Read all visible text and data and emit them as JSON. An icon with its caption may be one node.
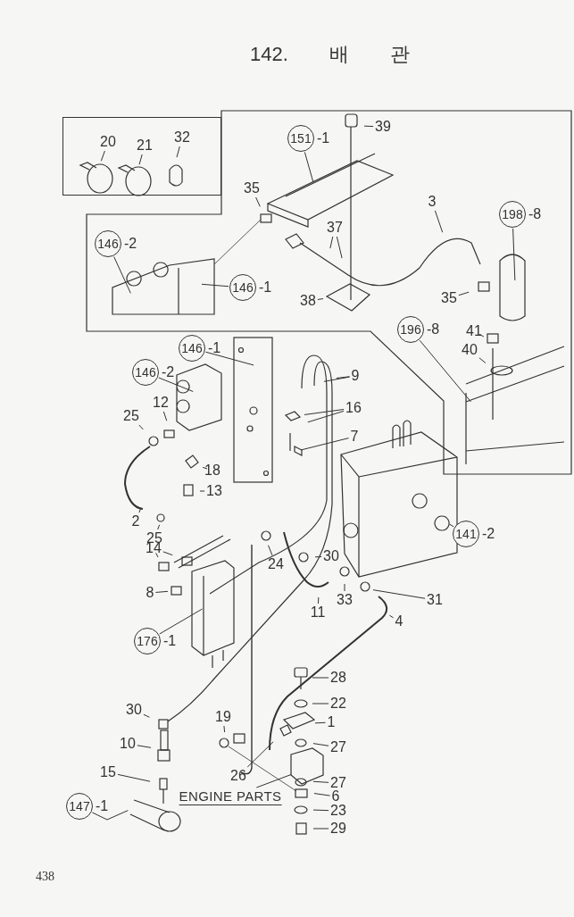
{
  "diagram": {
    "title": "142. 배 관",
    "nodes": [
      {
        "text": [],
        "shape": "box"
      },
      {
        "text": [
          "20"
        ],
        "in": 0
      },
      {
        "text": [
          "21"
        ],
        "in": 0
      },
      {
        "text": [
          "32"
        ],
        "in": 0
      },
      {
        "text": [
          "39"
        ]
      },
      {
        "text": [
          "151"
        ],
        "beside": [
          "-1"
        ]
      },
      {
        "text": [
          "35"
        ]
      },
      {
        "text": [
          "3"
        ]
      },
      {
        "text": [
          "198"
        ],
        "beside": [
          "-8"
        ]
      },
      {
        "text": [
          "37"
        ]
      },
      {
        "text": [
          "146"
        ],
        "beside": [
          "-2"
        ]
      },
      {
        "text": [
          "146"
        ],
        "beside": [
          "-1"
        ]
      },
      {
        "text": [
          "38"
        ]
      },
      {
        "text": [
          "35"
        ]
      },
      {
        "text": [
          "196"
        ],
        "beside": [
          "-8"
        ]
      },
      {
        "text": [
          "41"
        ]
      },
      {
        "text": [
          "40"
        ]
      },
      {
        "text": [
          "146"
        ],
        "beside": [
          "-1"
        ]
      },
      {
        "text": [
          "146"
        ],
        "beside": [
          "-2"
        ]
      },
      {
        "text": [
          "9"
        ]
      },
      {
        "text": [
          "12"
        ]
      },
      {
        "text": [
          "16"
        ]
      },
      {
        "text": [
          "25"
        ]
      },
      {
        "text": [
          "7"
        ]
      },
      {
        "text": [
          "18"
        ]
      },
      {
        "text": [
          "13"
        ]
      },
      {
        "text": [
          "2"
        ]
      },
      {
        "text": [
          "141"
        ],
        "beside": [
          "-2"
        ]
      },
      {
        "text": [
          "25"
        ]
      },
      {
        "text": [
          "14"
        ]
      },
      {
        "text": [
          "24"
        ]
      },
      {
        "text": [
          "30"
        ]
      },
      {
        "text": [
          "8"
        ]
      },
      {
        "text": [
          "33"
        ]
      },
      {
        "text": [
          "31"
        ]
      },
      {
        "text": [
          "11"
        ]
      },
      {
        "text": [
          "4"
        ]
      },
      {
        "text": [
          "176"
        ],
        "beside": [
          "-1"
        ]
      },
      {
        "text": [
          "28"
        ]
      },
      {
        "text": [
          "22"
        ]
      },
      {
        "text": [
          "30"
        ]
      },
      {
        "text": [
          "19"
        ]
      },
      {
        "text": [
          "1"
        ]
      },
      {
        "text": [
          "10"
        ]
      },
      {
        "text": [
          "27"
        ]
      },
      {
        "text": [
          "26"
        ]
      },
      {
        "text": [
          "15"
        ]
      },
      {
        "text": [
          "27"
        ]
      },
      {
        "text": [
          "ENGINE PARTS"
        ]
      },
      {
        "text": [
          "6"
        ]
      },
      {
        "text": [
          "147"
        ],
        "beside": [
          "-1"
        ]
      },
      {
        "text": [
          "23"
        ]
      },
      {
        "text": [
          "29"
        ]
      }
    ],
    "edges": [
      {
        "from": 1,
        "to": null,
        "arrow": "none"
      },
      {
        "from": 2,
        "to": null,
        "arrow": "none"
      },
      {
        "from": 3,
        "to": null,
        "arrow": "none"
      },
      {
        "from": 4,
        "to": null,
        "arrow": "none"
      },
      {
        "from": 5,
        "to": null,
        "arrow": "none"
      },
      {
        "from": 6,
        "to": null,
        "arrow": "none"
      },
      {
        "from": 7,
        "to": null,
        "arrow": "none"
      },
      {
        "from": 8,
        "to": null,
        "arrow": "none"
      },
      {
        "from": 9,
        "to": null,
        "arrow": "none"
      },
      {
        "from": 9,
        "to": null,
        "arrow": "none"
      },
      {
        "from": 10,
        "to": null,
        "arrow": "none"
      },
      {
        "from": 11,
        "to": null,
        "arrow": "none"
      },
      {
        "from": 12,
        "to": null,
        "arrow": "none"
      },
      {
        "from": 13,
        "to": null,
        "arrow": "none"
      },
      {
        "from": 14,
        "to": null,
        "arrow": "none"
      },
      {
        "from": 15,
        "to": null,
        "arrow": "none"
      },
      {
        "from": 16,
        "to": null,
        "arrow": "none"
      },
      {
        "from": 17,
        "to": null,
        "arrow": "none"
      },
      {
        "from": 18,
        "to": null,
        "arrow": "none"
      },
      {
        "from": 19,
        "to": null,
        "arrow": "none"
      },
      {
        "from": 19,
        "to": null,
        "arrow": "none"
      },
      {
        "from": 20,
        "to": null,
        "arrow": "none"
      },
      {
        "from": 21,
        "to": null,
        "arrow": "none"
      },
      {
        "from": 21,
        "to": null,
        "arrow": "none"
      },
      {
        "from": 22,
        "to": null,
        "arrow": "none"
      },
      {
        "from": 23,
        "to": null,
        "arrow": "none"
      },
      {
        "from": 24,
        "to": null,
        "arrow": "none"
      },
      {
        "from": 25,
        "to": null,
        "arrow": "none"
      },
      {
        "from": 26,
        "to": null,
        "arrow": "none"
      },
      {
        "from": 27,
        "to": null,
        "arrow": "none"
      },
      {
        "from": 28,
        "to": null,
        "arrow": "none"
      },
      {
        "from": 29,
        "to": null,
        "arrow": "none"
      },
      {
        "from": 29,
        "to": null,
        "arrow": "none"
      },
      {
        "from": 30,
        "to": null,
        "arrow": "none"
      },
      {
        "from": 31,
        "to": null,
        "arrow": "none"
      },
      {
        "from": 32,
        "to": null,
        "arrow": "none"
      },
      {
        "from": 33,
        "to": null,
        "arrow": "none"
      },
      {
        "from": 34,
        "to": null,
        "arrow": "none"
      },
      {
        "from": 35,
        "to": null,
        "arrow": "none"
      },
      {
        "from": 36,
        "to": null,
        "arrow": "none"
      },
      {
        "from": 37,
        "to": null,
        "arrow": "none"
      },
      {
        "from": 38,
        "to": null,
        "arrow": "none"
      },
      {
        "from": 39,
        "to": null,
        "arrow": "none"
      },
      {
        "from": 40,
        "to": null,
        "arrow": "none"
      },
      {
        "from": 41,
        "to": null,
        "arrow": "none"
      },
      {
        "from": 42,
        "to": null,
        "arrow": "none"
      },
      {
        "from": 43,
        "to": null,
        "arrow": "none"
      },
      {
        "from": 44,
        "to": null,
        "arrow": "none"
      },
      {
        "from": 45,
        "to": null,
        "arrow": "none"
      },
      {
        "from": 46,
        "to": null,
        "arrow": "none"
      },
      {
        "from": 47,
        "to": null,
        "arrow": "none"
      },
      {
        "from": 48,
        "to": null,
        "arrow": "none"
      },
      {
        "from": 49,
        "to": null,
        "arrow": "none"
      },
      {
        "from": 50,
        "to": null,
        "arrow": "none"
      },
      {
        "from": 51,
        "to": null,
        "arrow": "none"
      },
      {
        "from": 52,
        "to": null,
        "arrow": "none"
      }
    ],
    "labels": [
      "438"
    ]
  }
}
